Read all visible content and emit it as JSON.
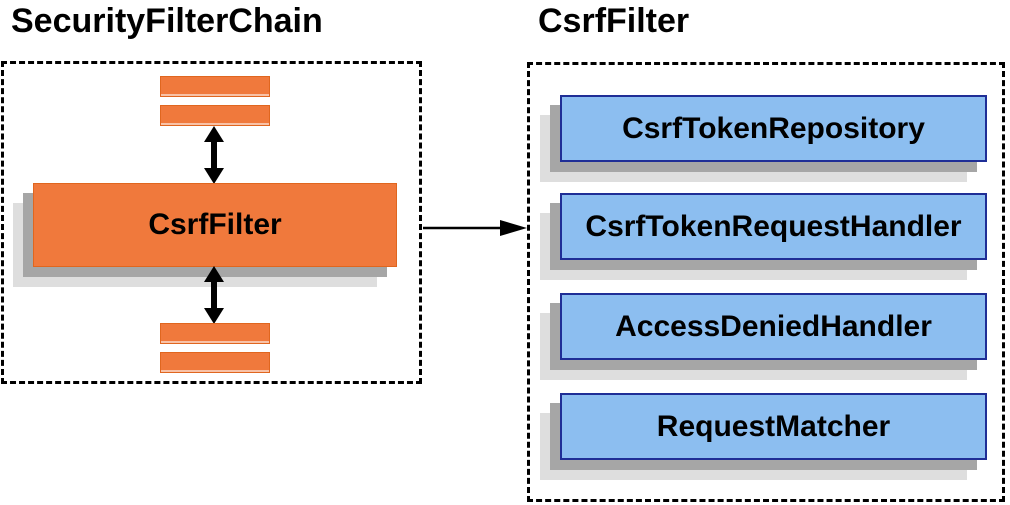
{
  "colors": {
    "orange": "#F0793C",
    "orange_border": "#E0661F",
    "blue_fill": "#8CBEF0",
    "blue_border": "#1F2E96",
    "shadow_dark": "#A6A6A6",
    "shadow_light": "#DEDEDE",
    "arrow": "#000000",
    "ink": "#000000"
  },
  "left_panel": {
    "title": "SecurityFilterChain",
    "csrf_filter_box_label": "CsrfFilter"
  },
  "right_panel": {
    "title": "CsrfFilter",
    "components": [
      "CsrfTokenRepository",
      "CsrfTokenRequestHandler",
      "AccessDeniedHandler",
      "RequestMatcher"
    ]
  },
  "icons": {
    "bidirectional_arrow": "double-headed vertical arrow",
    "flow_arrow": "right-pointing arrow"
  }
}
